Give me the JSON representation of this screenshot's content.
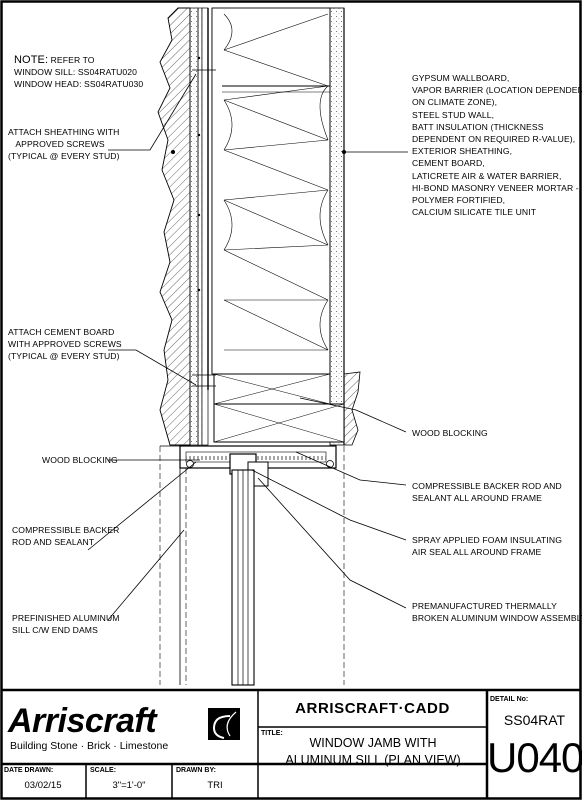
{
  "notes": {
    "heading": "NOTE:",
    "refer": "REFER TO",
    "sill_ref": "WINDOW SILL: SS04RATU020",
    "head_ref": "WINDOW HEAD: SS04RATU030"
  },
  "callouts_left": {
    "sheathing": [
      "ATTACH SHEATHING WITH",
      "APPROVED SCREWS",
      "(TYPICAL @ EVERY STUD)"
    ],
    "cement_board": [
      "ATTACH CEMENT BOARD",
      "WITH APPROVED SCREWS",
      "(TYPICAL @ EVERY STUD)"
    ],
    "wood_blocking": [
      "WOOD BLOCKING"
    ],
    "backer_rod": [
      "COMPRESSIBLE BACKER",
      "ROD AND SEALANT"
    ],
    "aluminum_sill": [
      "PREFINISHED ALUMINUM",
      "SILL c/w END DAMS"
    ]
  },
  "callouts_right": {
    "assembly": [
      "GYPSUM WALLBOARD,",
      "VAPOR BARRIER (LOCATION DEPENDENT",
      "ON CLIMATE ZONE),",
      "STEEL STUD WALL,",
      "BATT INSULATION (THICKNESS",
      "DEPENDENT ON REQUIRED R-VALUE),",
      "EXTERIOR SHEATHING,",
      "CEMENT BOARD,",
      "LATICRETE AIR & WATER BARRIER,",
      "HI-BOND MASONRY VENEER MORTAR -",
      "POLYMER FORTIFIED,",
      "CALCIUM SILICATE TILE UNIT"
    ],
    "wood_blocking": [
      "WOOD BLOCKING"
    ],
    "backer_rod": [
      "COMPRESSIBLE BACKER ROD AND",
      "SEALANT ALL AROUND FRAME"
    ],
    "foam": [
      "SPRAY APPLIED FOAM INSULATING",
      "AIR SEAL ALL AROUND FRAME"
    ],
    "window": [
      "PREMANUFACTURED THERMALLY",
      "BROKEN ALUMINUM WINDOW ASSEMBLY"
    ]
  },
  "title_block": {
    "brand": "Arriscraft",
    "tagline": "Building Stone · Brick · Limestone",
    "cadd": "ARRISCRAFT·CADD",
    "title_label": "TITLE:",
    "title_line1": "WINDOW JAMB WITH",
    "title_line2": "ALUMINUM SILL (PLAN VIEW)",
    "detail_label": "DETAIL No:",
    "detail_prefix": "SS04RAT",
    "detail_code": "U040",
    "date_label": "DATE DRAWN:",
    "date_value": "03/02/15",
    "scale_label": "SCALE:",
    "scale_value": "3\"=1'-0\"",
    "drawn_label": "DRAWN BY:",
    "drawn_value": "TRI"
  }
}
